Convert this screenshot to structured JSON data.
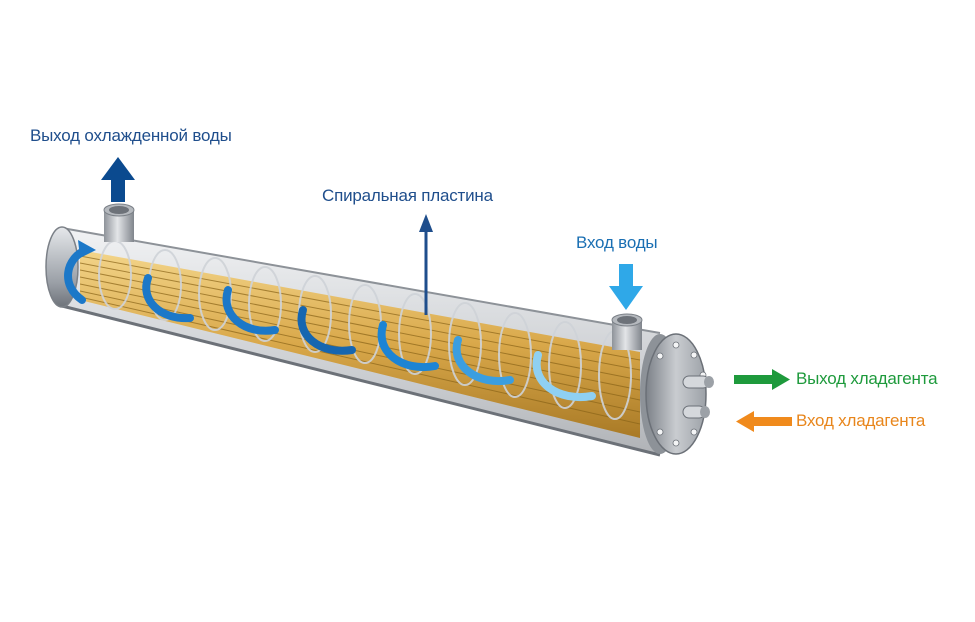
{
  "labels": {
    "cooled_water_outlet": "Выход охлажденной воды",
    "spiral_plate": "Спиральная пластина",
    "water_inlet": "Вход воды",
    "refrigerant_outlet": "Выход хладагента",
    "refrigerant_inlet": "Вход хладагента"
  },
  "colors": {
    "text_blue": "#1f4e8c",
    "text_light_blue": "#1a6fb3",
    "text_green": "#1e9a3c",
    "text_orange": "#e8861c",
    "arrow_dark_blue": "#0b4a8f",
    "arrow_light_blue": "#2fa8e8",
    "arrow_green": "#1e9a3c",
    "arrow_orange": "#f08a1c",
    "flow_blue": "#1c78c8",
    "flow_light": "#8fd0f2",
    "shell_gray": "#a8acb2",
    "tubes_gold": "#d9a84a"
  }
}
